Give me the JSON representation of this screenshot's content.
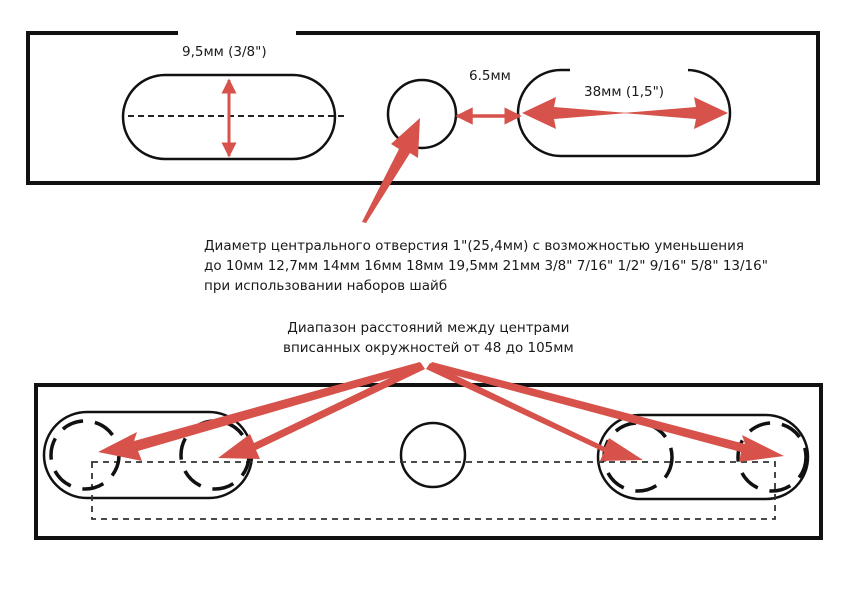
{
  "colors": {
    "arrow": "#d6524a",
    "line": "#111111",
    "dash": "#222222",
    "background": "#ffffff"
  },
  "labels": {
    "slot_width": "9,5мм (3/8\")",
    "gap": "6.5мм",
    "slot_length": "38мм (1,5\")"
  },
  "description": {
    "line1": "Диаметр центрального отверстия 1\"(25,4мм) с возможностью уменьшения",
    "line2": "до 10мм 12,7мм 14мм 16мм 18мм 19,5мм 21мм 3/8\" 7/16\" 1/2\" 9/16\" 5/8\" 13/16\"",
    "line3": "при использовании наборов шайб"
  },
  "range": {
    "line1": "Диапазон расстояний между центрами",
    "line2": "вписанных окружностей от 48 до 105мм"
  }
}
